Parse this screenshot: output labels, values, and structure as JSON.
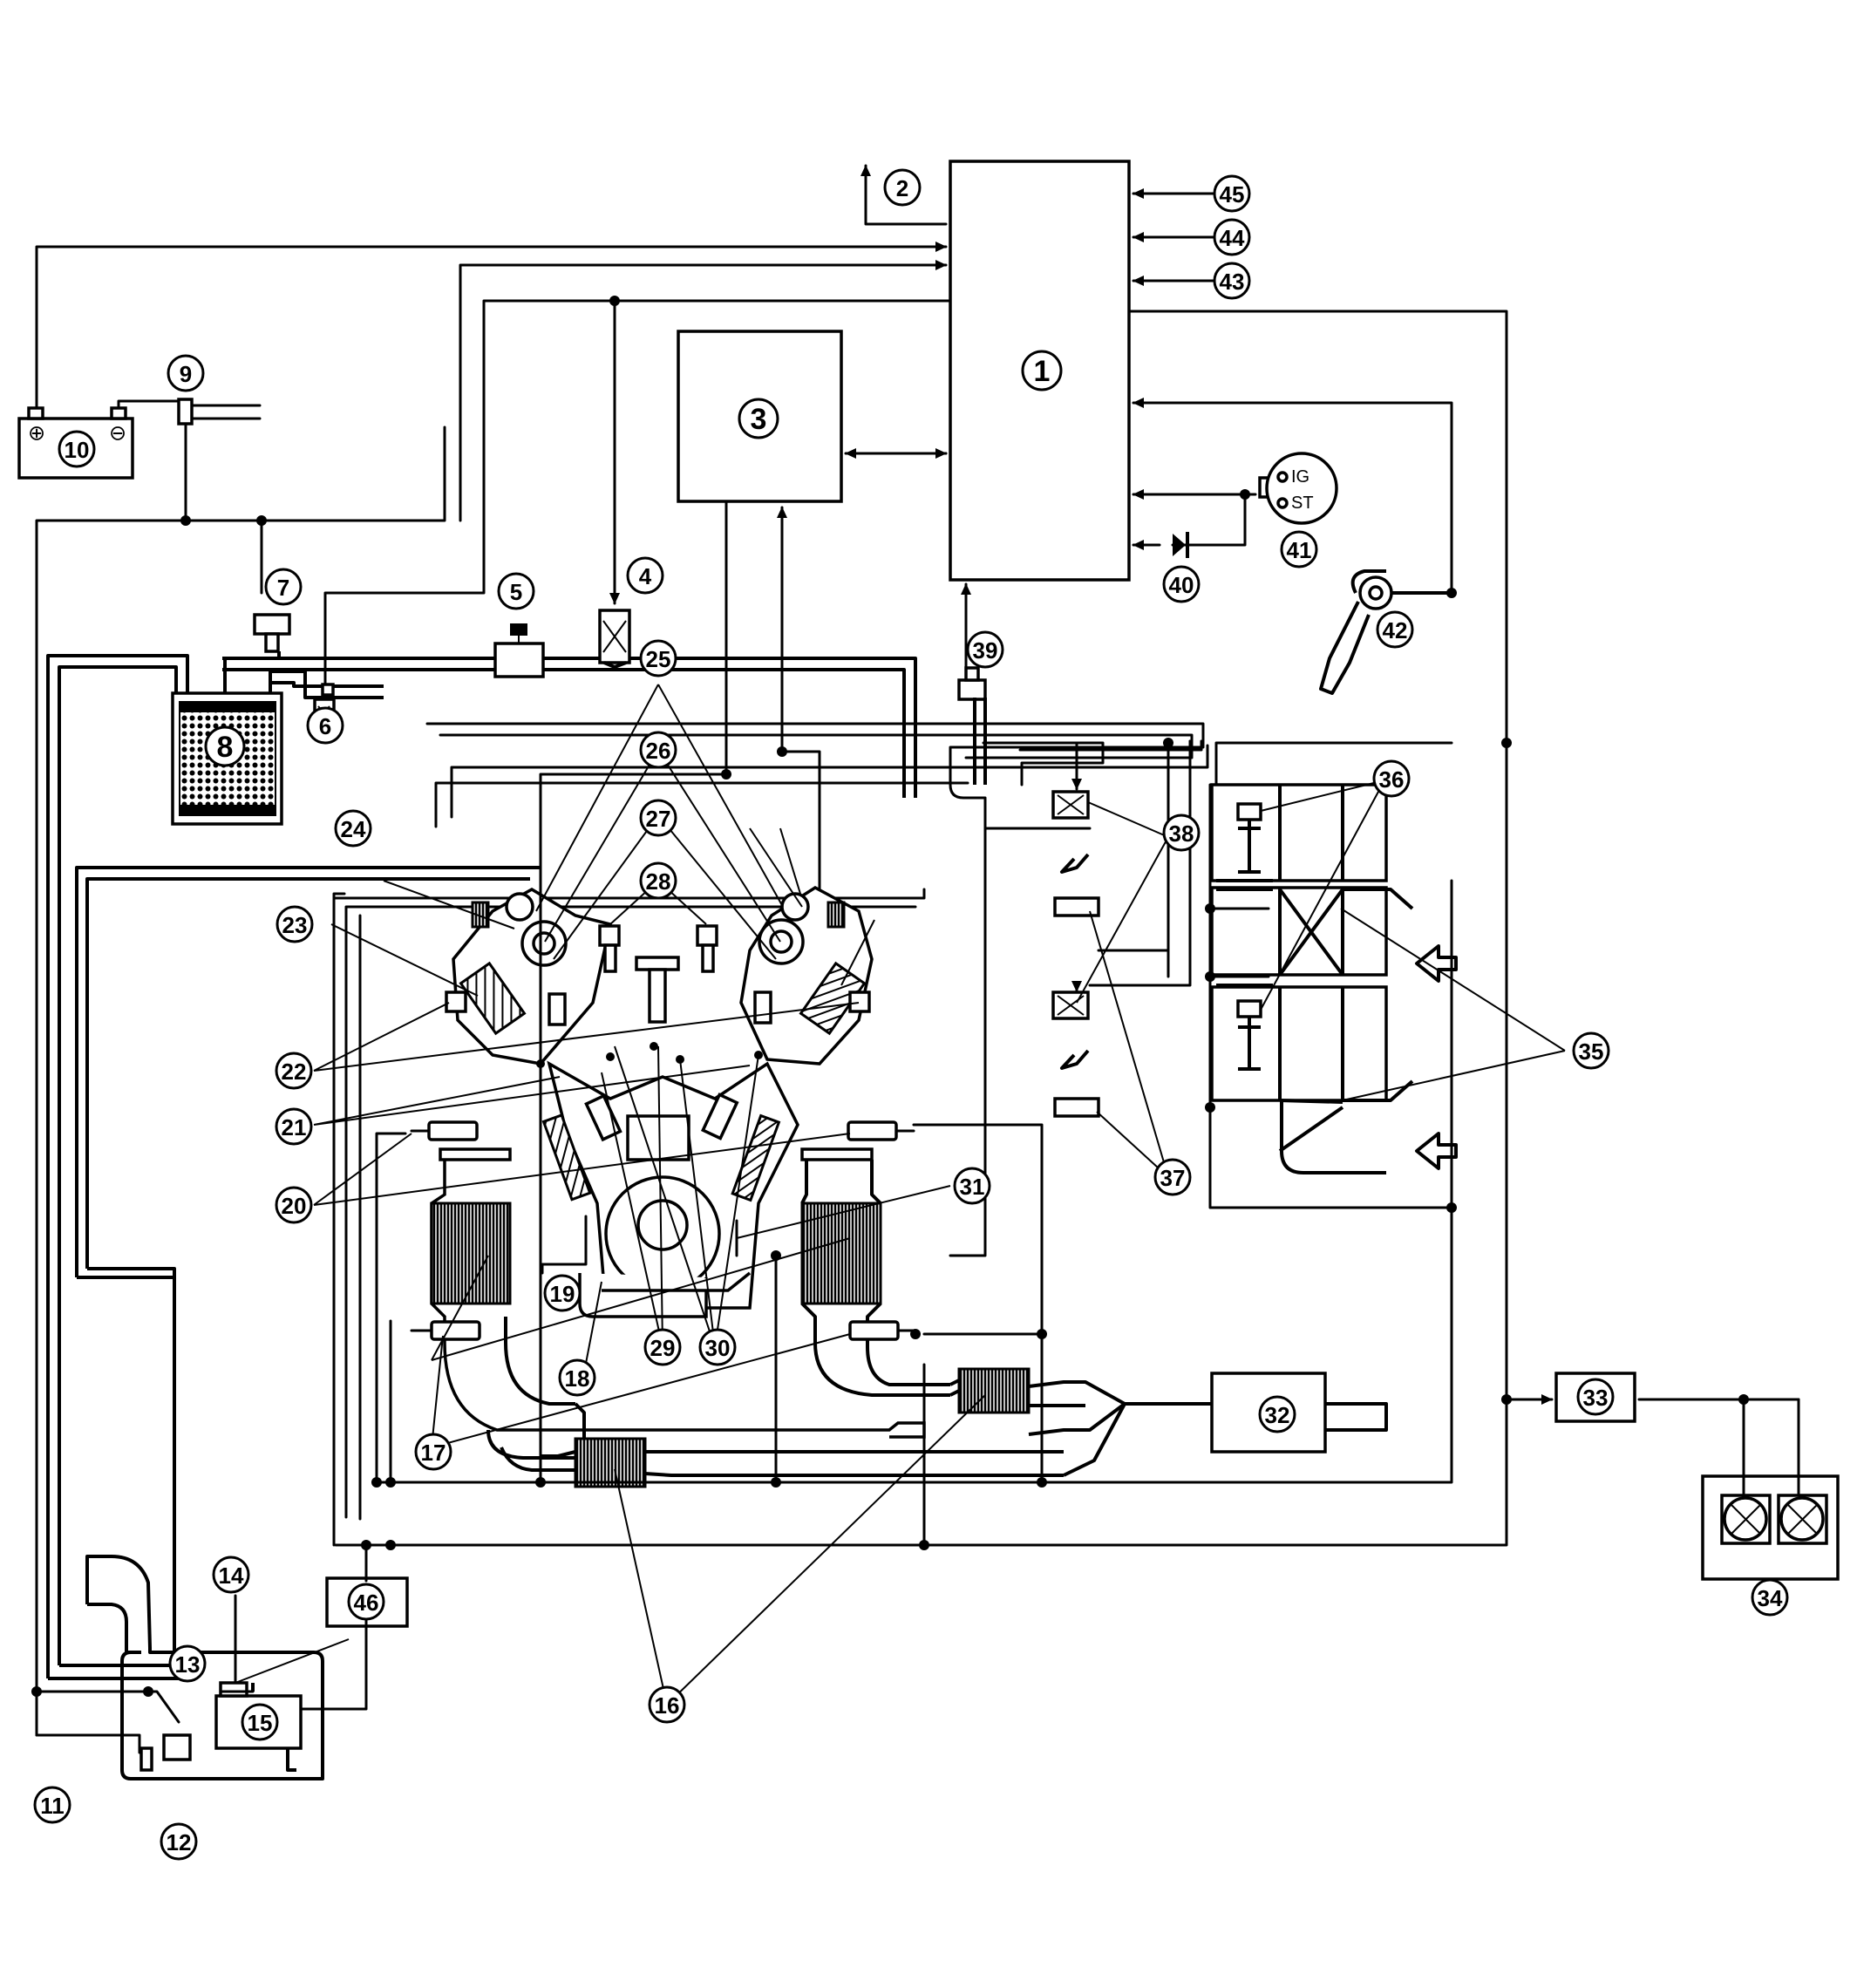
{
  "ignition_switch": {
    "ig_label": "IG",
    "st_label": "ST"
  },
  "battery": {
    "positive_symbol": "⊕",
    "negative_symbol": "⊖"
  },
  "callouts": [
    "1",
    "2",
    "3",
    "4",
    "5",
    "6",
    "7",
    "8",
    "9",
    "10",
    "11",
    "12",
    "13",
    "14",
    "15",
    "16",
    "17",
    "18",
    "19",
    "20",
    "21",
    "22",
    "23",
    "24",
    "25",
    "26",
    "27",
    "28",
    "29",
    "30",
    "31",
    "32",
    "33",
    "34",
    "35",
    "36",
    "37",
    "38",
    "39",
    "40",
    "41",
    "42",
    "43",
    "44",
    "45",
    "46"
  ]
}
